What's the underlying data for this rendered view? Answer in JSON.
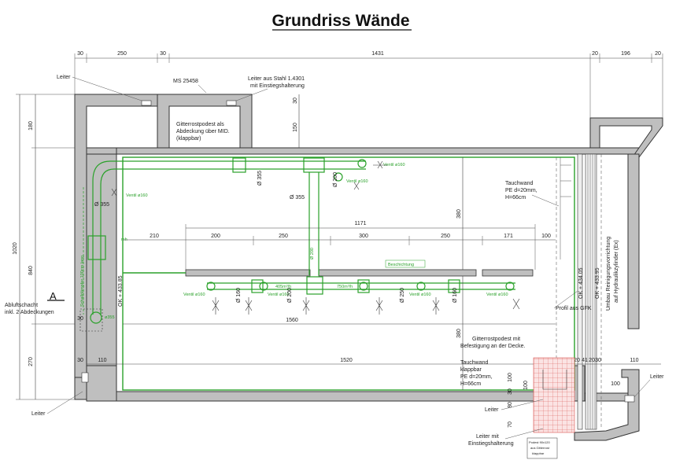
{
  "title": "Grundriss Wände",
  "top_dims": [
    "30",
    "250",
    "30",
    "1431",
    "20",
    "196",
    "20"
  ],
  "left_dims": [
    "180",
    "1020",
    "840",
    "270"
  ],
  "inner_dims": [
    "30",
    "150",
    "1171",
    "210",
    "200",
    "250",
    "300",
    "250",
    "171",
    "100",
    "380",
    "1560",
    "380",
    "1520",
    "110",
    "30",
    "30",
    "110",
    "30",
    "100",
    "20",
    "41",
    "20",
    "100",
    "30",
    "100",
    "70",
    "80",
    "100"
  ],
  "labels": {
    "leiter_tl": "Leiter",
    "ms": "MS 25458",
    "stahl": "Leiter aus Stahl 1.4301",
    "stahl2": "mit Einstiegshalterung",
    "gitter1": "Gitterrostpodest als",
    "gitter2": "Abdeckung über MID.",
    "gitter3": "(klappbar)",
    "tauch1": "Tauchwand",
    "tauch2": "PE d=20mm,",
    "tauch3": "H=66cm",
    "profil": "Profil aus GFK",
    "abluft1": "Abluftschacht",
    "abluft2": "inkl. 2 Abdeckungen",
    "sectionA": "A",
    "ok1": "OK + 433.85",
    "ok2": "OK + 434.05",
    "ok3": "OK + 433.95",
    "umbau1": "Umbau Reinigungsvorrichtung",
    "umbau2": "auf Hydraulikzylinder (Ex)",
    "gp1": "Gitterrostpodest mit",
    "gp2": "Befestigung an der Decke.",
    "tk1": "Tauchwand",
    "tk2": "klappbar",
    "tk3": "PE d=20mm,",
    "tk4": "H=66cm",
    "leiter_b": "Leiter",
    "leiter_bl": "Leiter",
    "leiter_r": "Leiter",
    "lm1": "Leiter mit",
    "lm2": "Einstiegshalterung",
    "pod1": "Podest 90x120",
    "pod2": "aus Gitterrost",
    "pod3": "klappbar"
  },
  "green": {
    "ventil160": "Ventil ø160",
    "d355": "Ø 355",
    "d200": "Ø 200",
    "d160": "Ø 160",
    "d250": "Ø 250",
    "beschichtung": "Beschichtung",
    "schall": "Schalldämpfer 100cm lang",
    "m3h": "mh",
    "m3h2": "405m³/h",
    "m3h3": "750m³/h",
    "d355b": "ø355"
  },
  "colors": {
    "wall": "#bfbfbf",
    "green": "#2aa12a",
    "hatch": "#d9534f"
  }
}
